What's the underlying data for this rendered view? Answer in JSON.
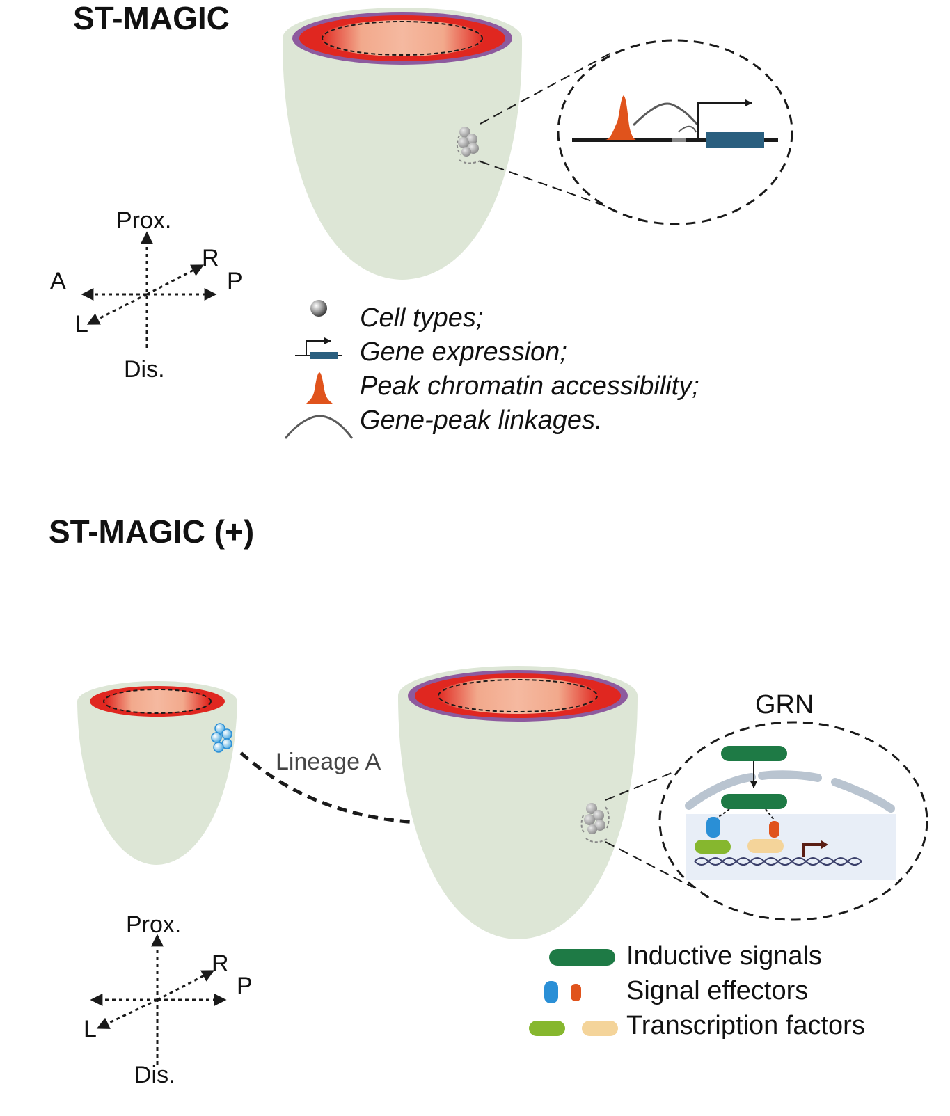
{
  "top_panel": {
    "title": "ST-MAGIC",
    "axes": {
      "prox": "Prox.",
      "dis": "Dis.",
      "a": "A",
      "p": "P",
      "r": "R",
      "l": "L"
    },
    "legend": [
      {
        "icon": "cell-sphere-icon",
        "label": "Cell types;"
      },
      {
        "icon": "gene-expression-icon",
        "label": "Gene expression;"
      },
      {
        "icon": "peak-icon",
        "label": "Peak chromatin accessibility;"
      },
      {
        "icon": "arc-icon",
        "label": "Gene-peak linkages."
      }
    ]
  },
  "bottom_panel": {
    "title": "ST-MAGIC (+)",
    "lineage_label": "Lineage A",
    "grn_label": "GRN",
    "axes": {
      "prox": "Prox.",
      "dis": "Dis.",
      "r": "R",
      "p": "P",
      "l": "L"
    },
    "legend": [
      {
        "icon": "green-pill-icon",
        "label": "Inductive signals"
      },
      {
        "icon": "effector-icon",
        "label": "Signal effectors"
      },
      {
        "icon": "tf-pill-icon",
        "label": "Transcription factors"
      }
    ]
  },
  "colors": {
    "tissue": "#dde6d6",
    "myocardium": "#e02720",
    "lumen": "#f2a98c",
    "epicardium": "#8d5a9e",
    "peak": "#e0531c",
    "gene_box": "#2a5f7f",
    "inductive": "#1e7a45",
    "effector_blue": "#2a8fd6",
    "effector_orange": "#e0531c",
    "tf_green": "#86b72e",
    "tf_beige": "#f4d49a",
    "nucleus_bg": "#e8eef7",
    "membrane": "#b9c4d0"
  }
}
